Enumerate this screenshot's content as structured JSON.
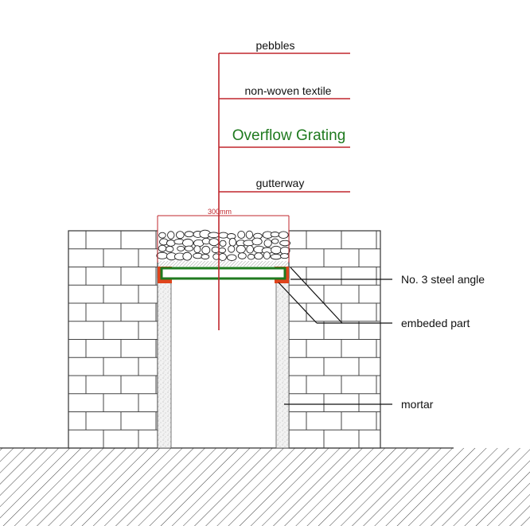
{
  "colors": {
    "leader": "#c0272d",
    "grating": "#1f7a1f",
    "angle": "#e0441c",
    "line": "#333333"
  },
  "labels": {
    "pebbles": "pebbles",
    "textile": "non-woven textile",
    "grating": "Overflow Grating",
    "gutterway": "gutterway",
    "dimension": "300mm",
    "steel_angle": "No. 3 steel angle",
    "embedded_part": "embeded part",
    "mortar": "mortar"
  }
}
